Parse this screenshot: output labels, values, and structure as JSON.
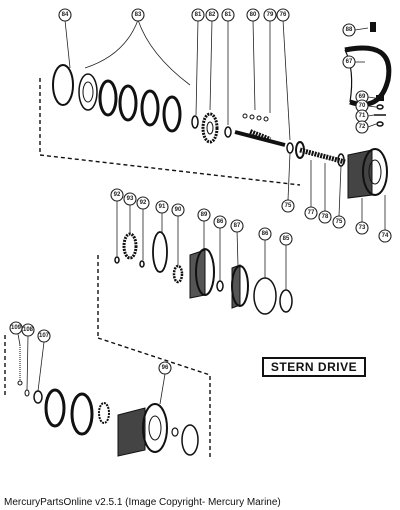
{
  "section_label": "STERN DRIVE",
  "footer_text": "MercuryPartsOnline v2.5.1 (Image Copyright- Mercury Marine)",
  "callouts": [
    {
      "id": "84"
    },
    {
      "id": "83"
    },
    {
      "id": "81"
    },
    {
      "id": "82"
    },
    {
      "id": "81b",
      "text": "81"
    },
    {
      "id": "80"
    },
    {
      "id": "79"
    },
    {
      "id": "76"
    },
    {
      "id": "88"
    },
    {
      "id": "67"
    },
    {
      "id": "69"
    },
    {
      "id": "70"
    },
    {
      "id": "71"
    },
    {
      "id": "72"
    },
    {
      "id": "75"
    },
    {
      "id": "77"
    },
    {
      "id": "78"
    },
    {
      "id": "75b",
      "text": "75"
    },
    {
      "id": "73"
    },
    {
      "id": "74"
    },
    {
      "id": "92"
    },
    {
      "id": "93"
    },
    {
      "id": "92b",
      "text": "92"
    },
    {
      "id": "91"
    },
    {
      "id": "90"
    },
    {
      "id": "89"
    },
    {
      "id": "86"
    },
    {
      "id": "87"
    },
    {
      "id": "86b",
      "text": "86"
    },
    {
      "id": "85"
    },
    {
      "id": "109"
    },
    {
      "id": "108"
    },
    {
      "id": "107"
    },
    {
      "id": "96"
    }
  ]
}
